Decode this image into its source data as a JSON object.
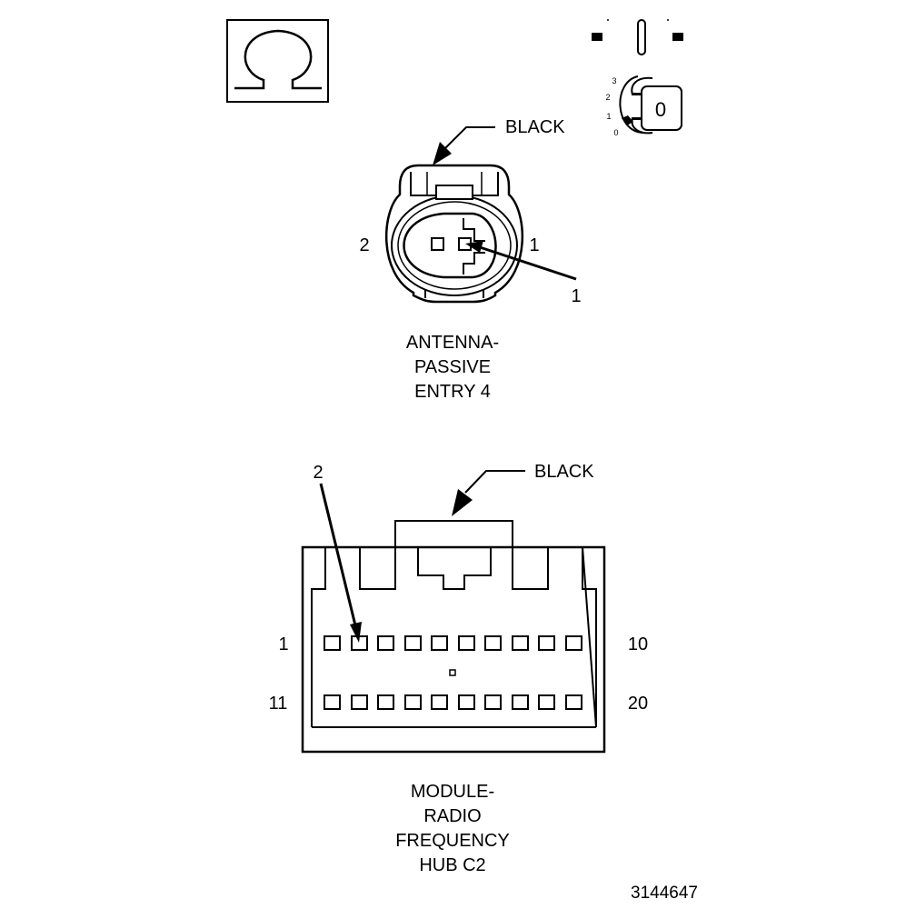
{
  "antenna_connector": {
    "color_callout": "BLACK",
    "pin_left": "2",
    "pin_right": "1",
    "callout_number": "1",
    "title_lines": [
      "ANTENNA-",
      "PASSIVE",
      "ENTRY 4"
    ]
  },
  "hub_connector": {
    "color_callout": "BLACK",
    "callout_number": "2",
    "row1_start": "1",
    "row1_end": "10",
    "row2_start": "11",
    "row2_end": "20",
    "title_lines": [
      "MODULE-",
      "RADIO",
      "FREQUENCY",
      "HUB C2"
    ]
  },
  "ignition_icon": {
    "key_label": "0",
    "positions": [
      "3",
      "2",
      "1",
      "0"
    ]
  },
  "figure_id": "3144647",
  "icons": {
    "top_left": "omega-ground-icon",
    "top_right": "ignition-key-icon"
  }
}
